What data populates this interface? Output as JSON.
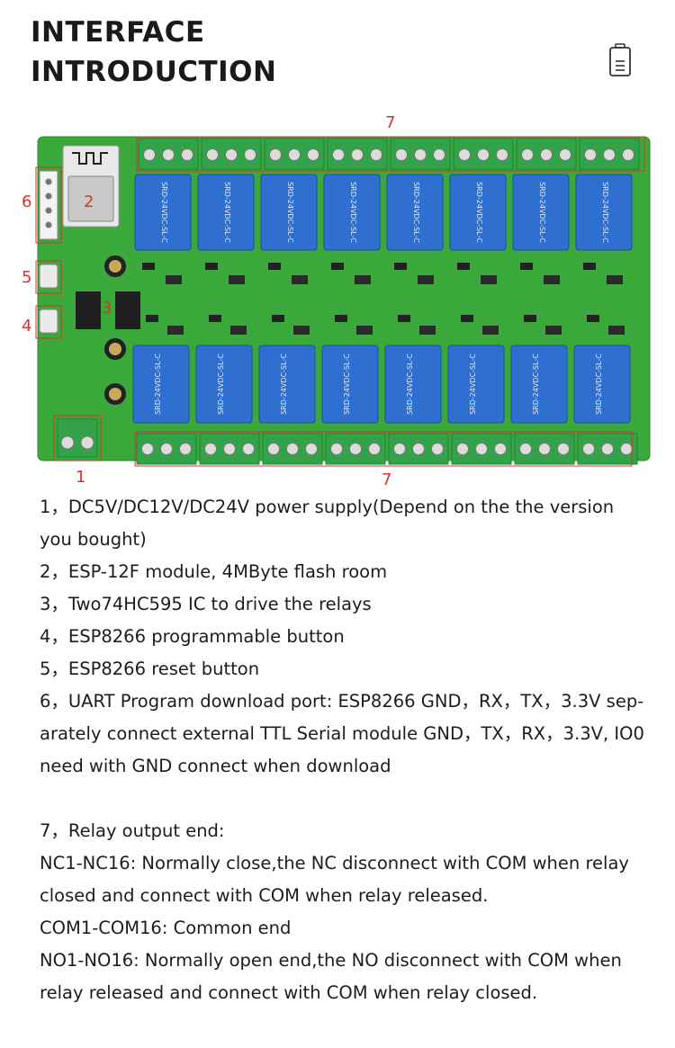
{
  "header": {
    "title_line1": "INTERFACE",
    "title_line2": "INTRODUCTION",
    "icon": "battery-icon"
  },
  "figure": {
    "callouts": {
      "top_7": "7",
      "bottom_7": "7",
      "c6": "6",
      "c2": "2",
      "c5": "5",
      "c4": "4",
      "c3": "3",
      "c1": "1"
    },
    "relay_text": "SRD-24VDC-SL-C",
    "colors": {
      "pcb": "#3aa83a",
      "relay": "#2f6fcf",
      "terminal": "#33a34a",
      "callout": "#d8342c"
    }
  },
  "items": [
    "1，DC5V/DC12V/DC24V power supply(Depend on the the version you bought)",
    "2，ESP-12F module, 4MByte flash room",
    "3，Two74HC595 IC to drive the relays",
    "4，ESP8266 programmable button",
    "5，ESP8266 reset button",
    "6，UART Program download port: ESP8266 GND，RX，TX，3.3V sep-arately connect external TTL Serial module GND，TX，RX，3.3V, IO0 need with GND connect when download"
  ],
  "relay_section": {
    "heading": "7，Relay output end:",
    "nc": "NC1-NC16: Normally close,the NC disconnect with COM when relay closed and connect with COM when relay released.",
    "com": "COM1-COM16: Common end",
    "no": "NO1-NO16: Normally open end,the NO disconnect with COM when relay released and connect with COM when relay closed."
  }
}
